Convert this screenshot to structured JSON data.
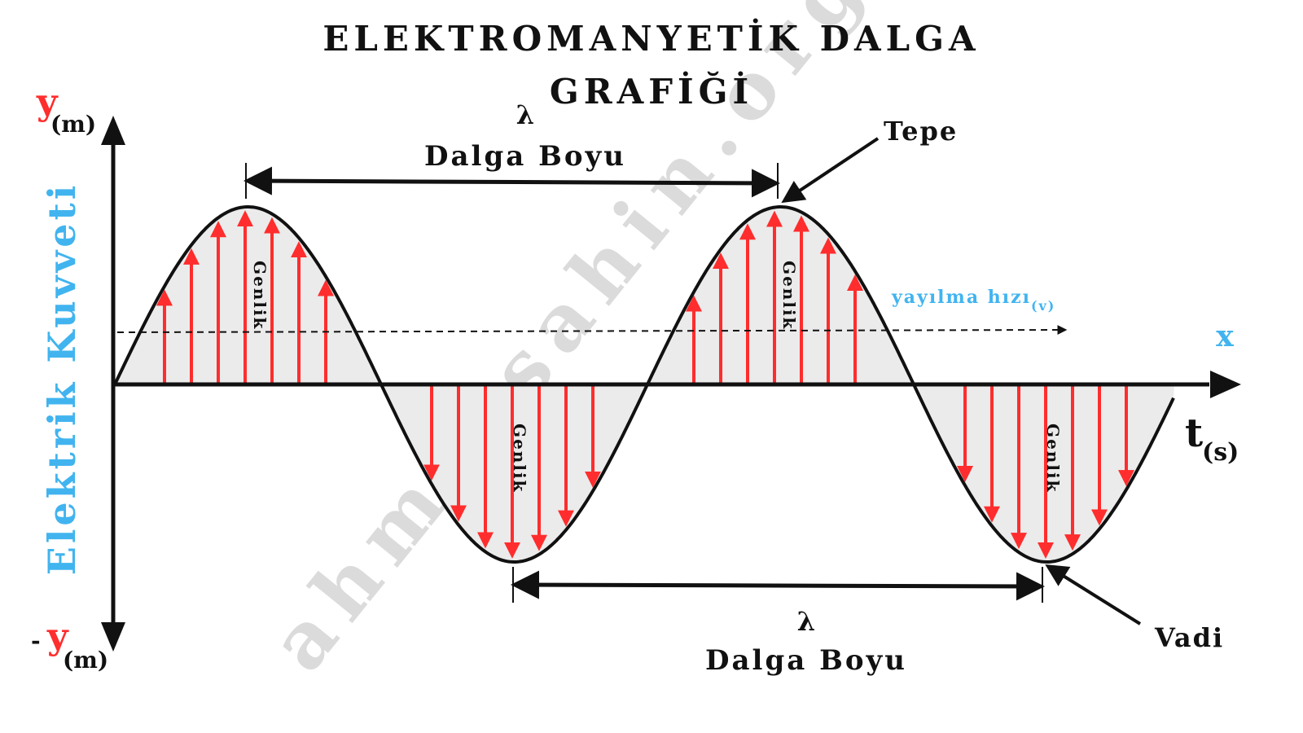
{
  "title": {
    "line1": "ELEKTROMANYETİK DALGA",
    "line2": "GRAFİĞİ"
  },
  "axes": {
    "y_top_symbol": "y",
    "y_top_unit": "(m)",
    "y_bottom_minus": "-",
    "y_bottom_symbol": "y",
    "y_bottom_unit": "(m)",
    "y_label": "Elektrik Kuvveti",
    "x_label": "x",
    "t_symbol": "t",
    "t_unit": "(s)"
  },
  "wavelength_top": {
    "symbol": "λ",
    "label": "Dalga Boyu"
  },
  "wavelength_bottom": {
    "symbol": "λ",
    "label": "Dalga Boyu"
  },
  "crest_label": "Tepe",
  "trough_label": "Vadi",
  "amplitude_label": "Genlik",
  "speed": {
    "label": "yayılma hızı",
    "subscript": "(v)"
  },
  "watermark": "ahmetsahin.org",
  "colors": {
    "accent_blue": "#41b4ef",
    "arrow_red": "#ff2d2d",
    "fill_gray": "#ebebeb",
    "ink": "#111111"
  }
}
